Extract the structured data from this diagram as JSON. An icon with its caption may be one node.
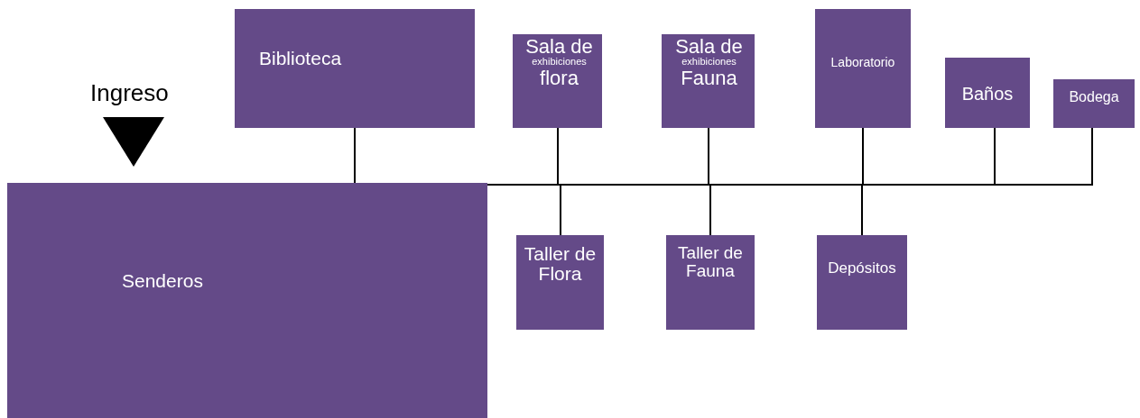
{
  "diagram": {
    "nodes": [
      {
        "text": [
          "Senderos"
        ]
      },
      {
        "text": [
          "Biblioteca"
        ]
      },
      {
        "text": [
          "Sala de",
          "exhibiciones",
          "flora"
        ]
      },
      {
        "text": [
          "Sala de",
          "exhibiciones",
          "Fauna"
        ]
      },
      {
        "text": [
          "Laboratorio"
        ]
      },
      {
        "text": [
          "Baños"
        ]
      },
      {
        "text": [
          "Bodega"
        ]
      },
      {
        "text": [
          "Taller de Flora"
        ]
      },
      {
        "text": [
          "Taller de Fauna"
        ]
      },
      {
        "text": [
          "Depósitos"
        ]
      }
    ],
    "edges": [
      {
        "from": 1,
        "to": 0,
        "arrow": "none"
      },
      {
        "from": 0,
        "to": 2,
        "arrow": "none"
      },
      {
        "from": 0,
        "to": 3,
        "arrow": "none"
      },
      {
        "from": 0,
        "to": 4,
        "arrow": "none"
      },
      {
        "from": 0,
        "to": 5,
        "arrow": "none"
      },
      {
        "from": 0,
        "to": 6,
        "arrow": "none"
      },
      {
        "from": 0,
        "to": 7,
        "arrow": "none"
      },
      {
        "from": 0,
        "to": 8,
        "arrow": "none"
      },
      {
        "from": 0,
        "to": 9,
        "arrow": "none"
      }
    ],
    "labels": [
      "Ingreso"
    ]
  }
}
